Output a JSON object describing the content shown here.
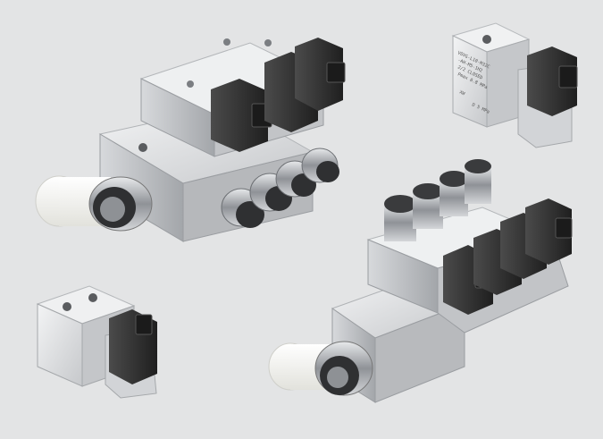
{
  "background": "#e3e4e5",
  "colors": {
    "aluminum_light": "#f1f2f3",
    "aluminum_mid": "#cfd1d3",
    "aluminum_dark": "#a7a9ac",
    "solenoid_body": "#2b2b2b",
    "solenoid_highlight": "#4a4a4a",
    "white_filter": "#f5f5f2",
    "fitting_chrome": "#9ea1a5",
    "fitting_ring": "#3a3a3a"
  },
  "products": [
    {
      "name": "Valve manifold with three valves",
      "icon": "valve-manifold-3"
    },
    {
      "name": "Single valve plate with label",
      "icon": "valve-single-labeled"
    },
    {
      "name": "Single valve on sub-base",
      "icon": "valve-single-subbase"
    },
    {
      "name": "Valve manifold with four valves",
      "icon": "valve-manifold-4"
    }
  ],
  "label_text": [
    "VOVG-L10-M32C",
    "-AH-M5-1H2",
    "2/2 CLOSED",
    "Pmax 0.8 MPa",
    "XW",
    "D 5 MPa"
  ]
}
